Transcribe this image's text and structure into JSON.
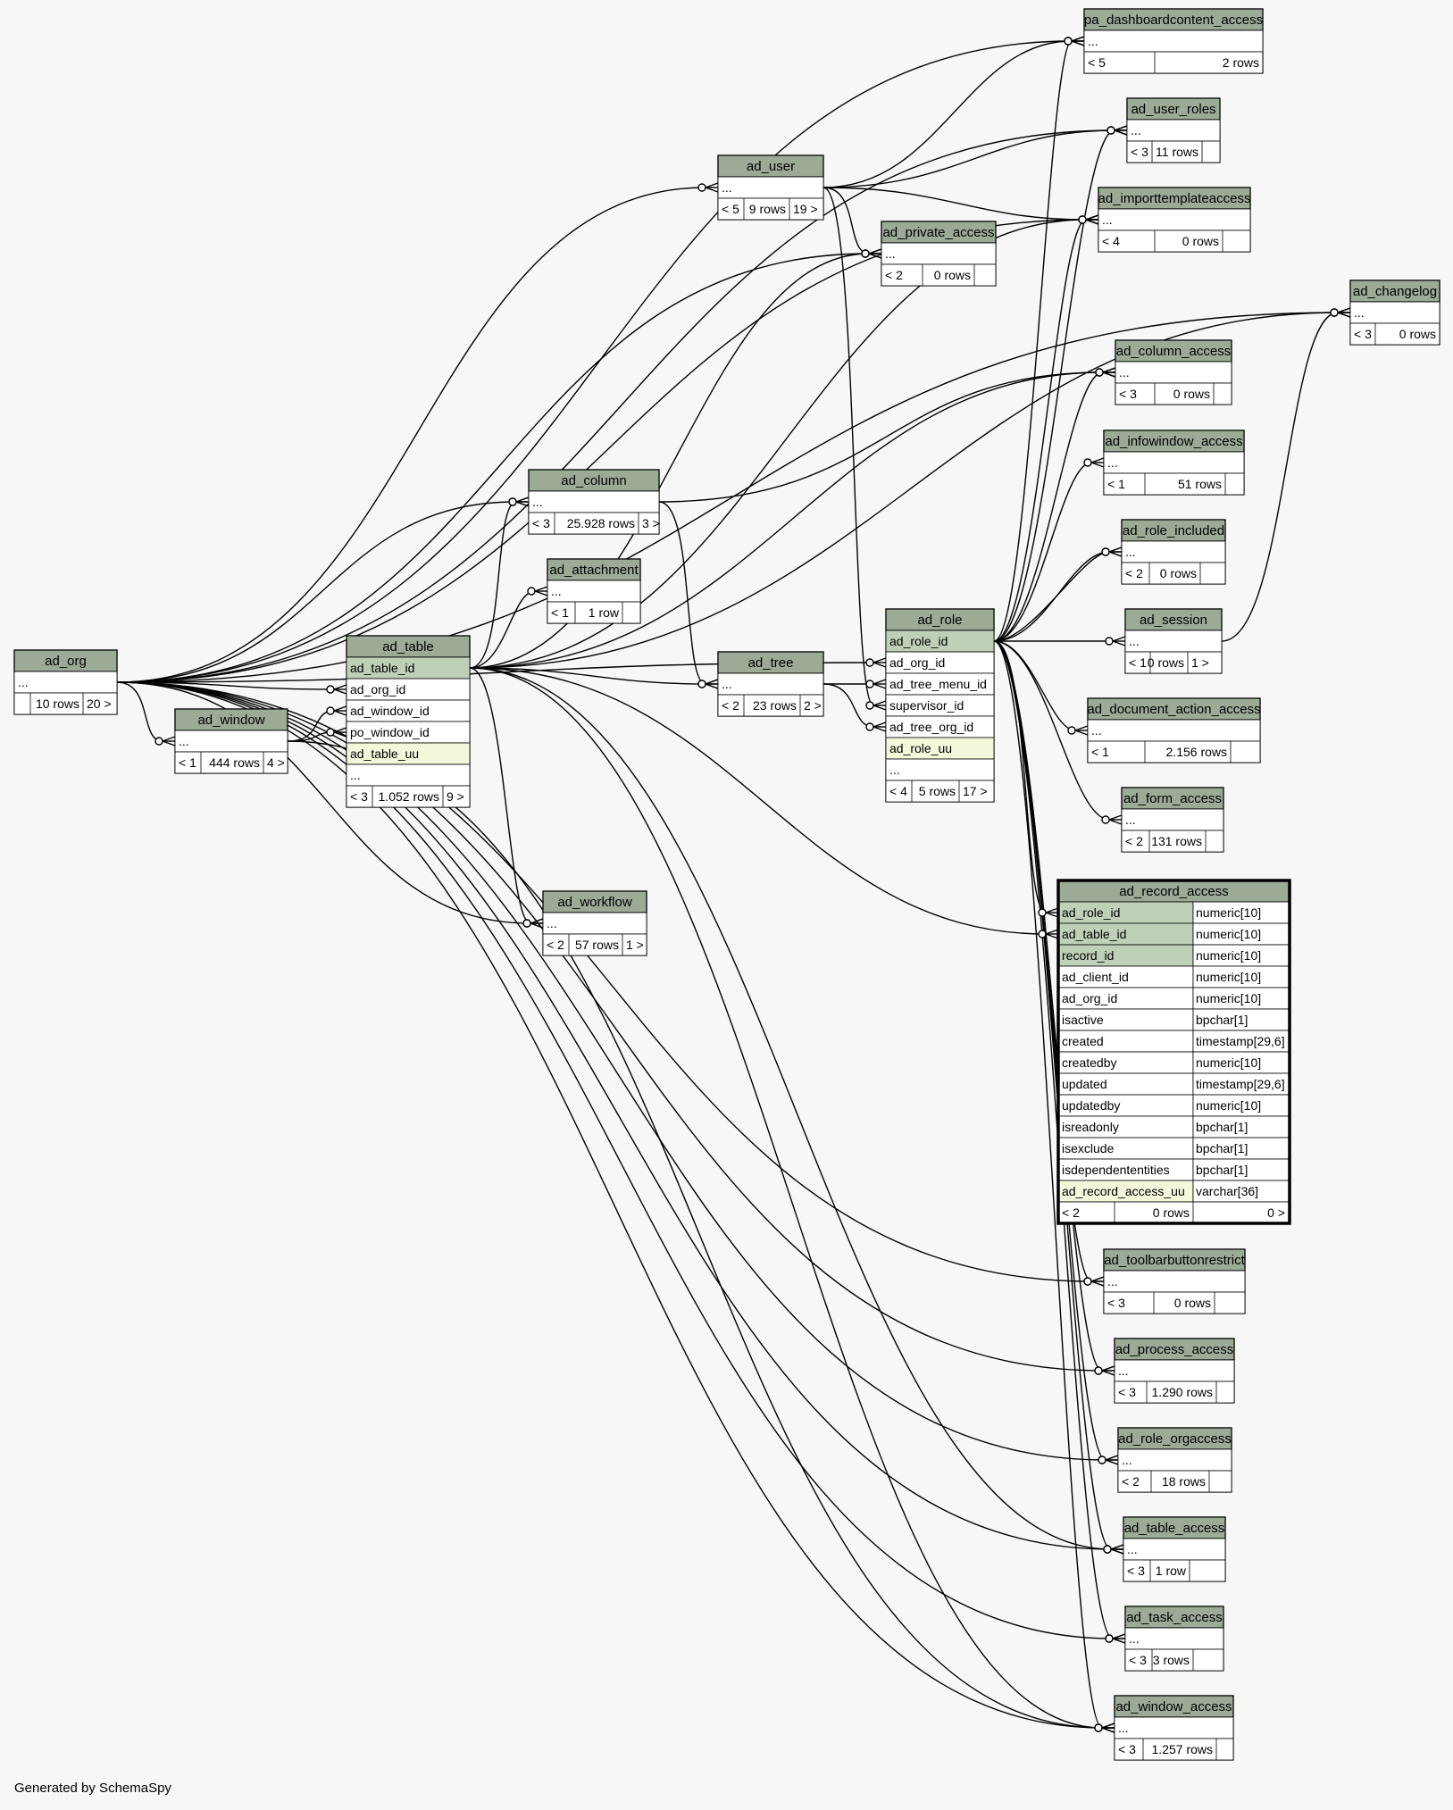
{
  "footer": "Generated by SchemaSpy",
  "colors": {
    "background": "#f7f7f7",
    "header": "#9bab96",
    "key_cell": "#bed1b8",
    "unique_cell": "#f4f7da",
    "body": "#ffffff",
    "line": "#000000"
  },
  "tables": {
    "pa_dashboardcontent_access": {
      "name": "pa_dashboardcontent_access",
      "cols": [
        "..."
      ],
      "stats": [
        "< 5",
        "2 rows",
        ""
      ]
    },
    "ad_user_roles": {
      "name": "ad_user_roles",
      "cols": [
        "..."
      ],
      "stats": [
        "< 3",
        "11 rows",
        ""
      ]
    },
    "ad_user": {
      "name": "ad_user",
      "cols": [
        "..."
      ],
      "stats": [
        "< 5",
        "9 rows",
        "19 >"
      ]
    },
    "ad_importtemplateaccess": {
      "name": "ad_importtemplateaccess",
      "cols": [
        "..."
      ],
      "stats": [
        "< 4",
        "0 rows",
        ""
      ]
    },
    "ad_private_access": {
      "name": "ad_private_access",
      "cols": [
        "..."
      ],
      "stats": [
        "< 2",
        "0 rows",
        ""
      ]
    },
    "ad_changelog": {
      "name": "ad_changelog",
      "cols": [
        "..."
      ],
      "stats": [
        "< 3",
        "0 rows",
        ""
      ]
    },
    "ad_column_access": {
      "name": "ad_column_access",
      "cols": [
        "..."
      ],
      "stats": [
        "< 3",
        "0 rows",
        ""
      ]
    },
    "ad_infowindow_access": {
      "name": "ad_infowindow_access",
      "cols": [
        "..."
      ],
      "stats": [
        "< 1",
        "51 rows",
        ""
      ]
    },
    "ad_column": {
      "name": "ad_column",
      "cols": [
        "..."
      ],
      "stats": [
        "< 3",
        "25.928 rows",
        "3 >"
      ]
    },
    "ad_role_included": {
      "name": "ad_role_included",
      "cols": [
        "..."
      ],
      "stats": [
        "< 2",
        "0 rows",
        ""
      ]
    },
    "ad_attachment": {
      "name": "ad_attachment",
      "cols": [
        "..."
      ],
      "stats": [
        "< 1",
        "1 row",
        ""
      ]
    },
    "ad_session": {
      "name": "ad_session",
      "cols": [
        "..."
      ],
      "stats": [
        "< 1",
        "0 rows",
        "1 >"
      ]
    },
    "ad_role": {
      "name": "ad_role",
      "cols": [
        "ad_role_id",
        "ad_org_id",
        "ad_tree_menu_id",
        "supervisor_id",
        "ad_tree_org_id",
        "ad_role_uu",
        "..."
      ],
      "stats": [
        "< 4",
        "5 rows",
        "17 >"
      ]
    },
    "ad_tree": {
      "name": "ad_tree",
      "cols": [
        "..."
      ],
      "stats": [
        "< 2",
        "23 rows",
        "2 >"
      ]
    },
    "ad_table": {
      "name": "ad_table",
      "cols": [
        "ad_table_id",
        "ad_org_id",
        "ad_window_id",
        "po_window_id",
        "ad_table_uu",
        "..."
      ],
      "stats": [
        "< 3",
        "1.052 rows",
        "9 >"
      ]
    },
    "ad_org": {
      "name": "ad_org",
      "cols": [
        "..."
      ],
      "stats": [
        "",
        "10 rows",
        "20 >"
      ]
    },
    "ad_window": {
      "name": "ad_window",
      "cols": [
        "..."
      ],
      "stats": [
        "< 1",
        "444 rows",
        "4 >"
      ]
    },
    "ad_document_action_access": {
      "name": "ad_document_action_access",
      "cols": [
        "..."
      ],
      "stats": [
        "< 1",
        "2.156 rows",
        ""
      ]
    },
    "ad_form_access": {
      "name": "ad_form_access",
      "cols": [
        "..."
      ],
      "stats": [
        "< 2",
        "131 rows",
        ""
      ]
    },
    "ad_workflow": {
      "name": "ad_workflow",
      "cols": [
        "..."
      ],
      "stats": [
        "< 2",
        "57 rows",
        "1 >"
      ]
    },
    "ad_record_access": {
      "name": "ad_record_access",
      "cols": [
        "ad_role_id",
        "ad_table_id",
        "record_id",
        "ad_client_id",
        "ad_org_id",
        "isactive",
        "created",
        "createdby",
        "updated",
        "updatedby",
        "isreadonly",
        "isexclude",
        "isdependententities",
        "ad_record_access_uu"
      ],
      "types": [
        "numeric[10]",
        "numeric[10]",
        "numeric[10]",
        "numeric[10]",
        "numeric[10]",
        "bpchar[1]",
        "timestamp[29,6]",
        "numeric[10]",
        "timestamp[29,6]",
        "numeric[10]",
        "bpchar[1]",
        "bpchar[1]",
        "bpchar[1]",
        "varchar[36]"
      ],
      "stats": [
        "< 2",
        "0 rows",
        "0 >"
      ]
    },
    "ad_toolbarbuttonrestrict": {
      "name": "ad_toolbarbuttonrestrict",
      "cols": [
        "..."
      ],
      "stats": [
        "< 3",
        "0 rows",
        ""
      ]
    },
    "ad_process_access": {
      "name": "ad_process_access",
      "cols": [
        "..."
      ],
      "stats": [
        "< 3",
        "1.290 rows",
        ""
      ]
    },
    "ad_role_orgaccess": {
      "name": "ad_role_orgaccess",
      "cols": [
        "..."
      ],
      "stats": [
        "< 2",
        "18 rows",
        ""
      ]
    },
    "ad_table_access": {
      "name": "ad_table_access",
      "cols": [
        "..."
      ],
      "stats": [
        "< 3",
        "1 row",
        ""
      ]
    },
    "ad_task_access": {
      "name": "ad_task_access",
      "cols": [
        "..."
      ],
      "stats": [
        "< 3",
        "3 rows",
        ""
      ]
    },
    "ad_window_access": {
      "name": "ad_window_access",
      "cols": [
        "..."
      ],
      "stats": [
        "< 3",
        "1.257 rows",
        ""
      ]
    }
  }
}
